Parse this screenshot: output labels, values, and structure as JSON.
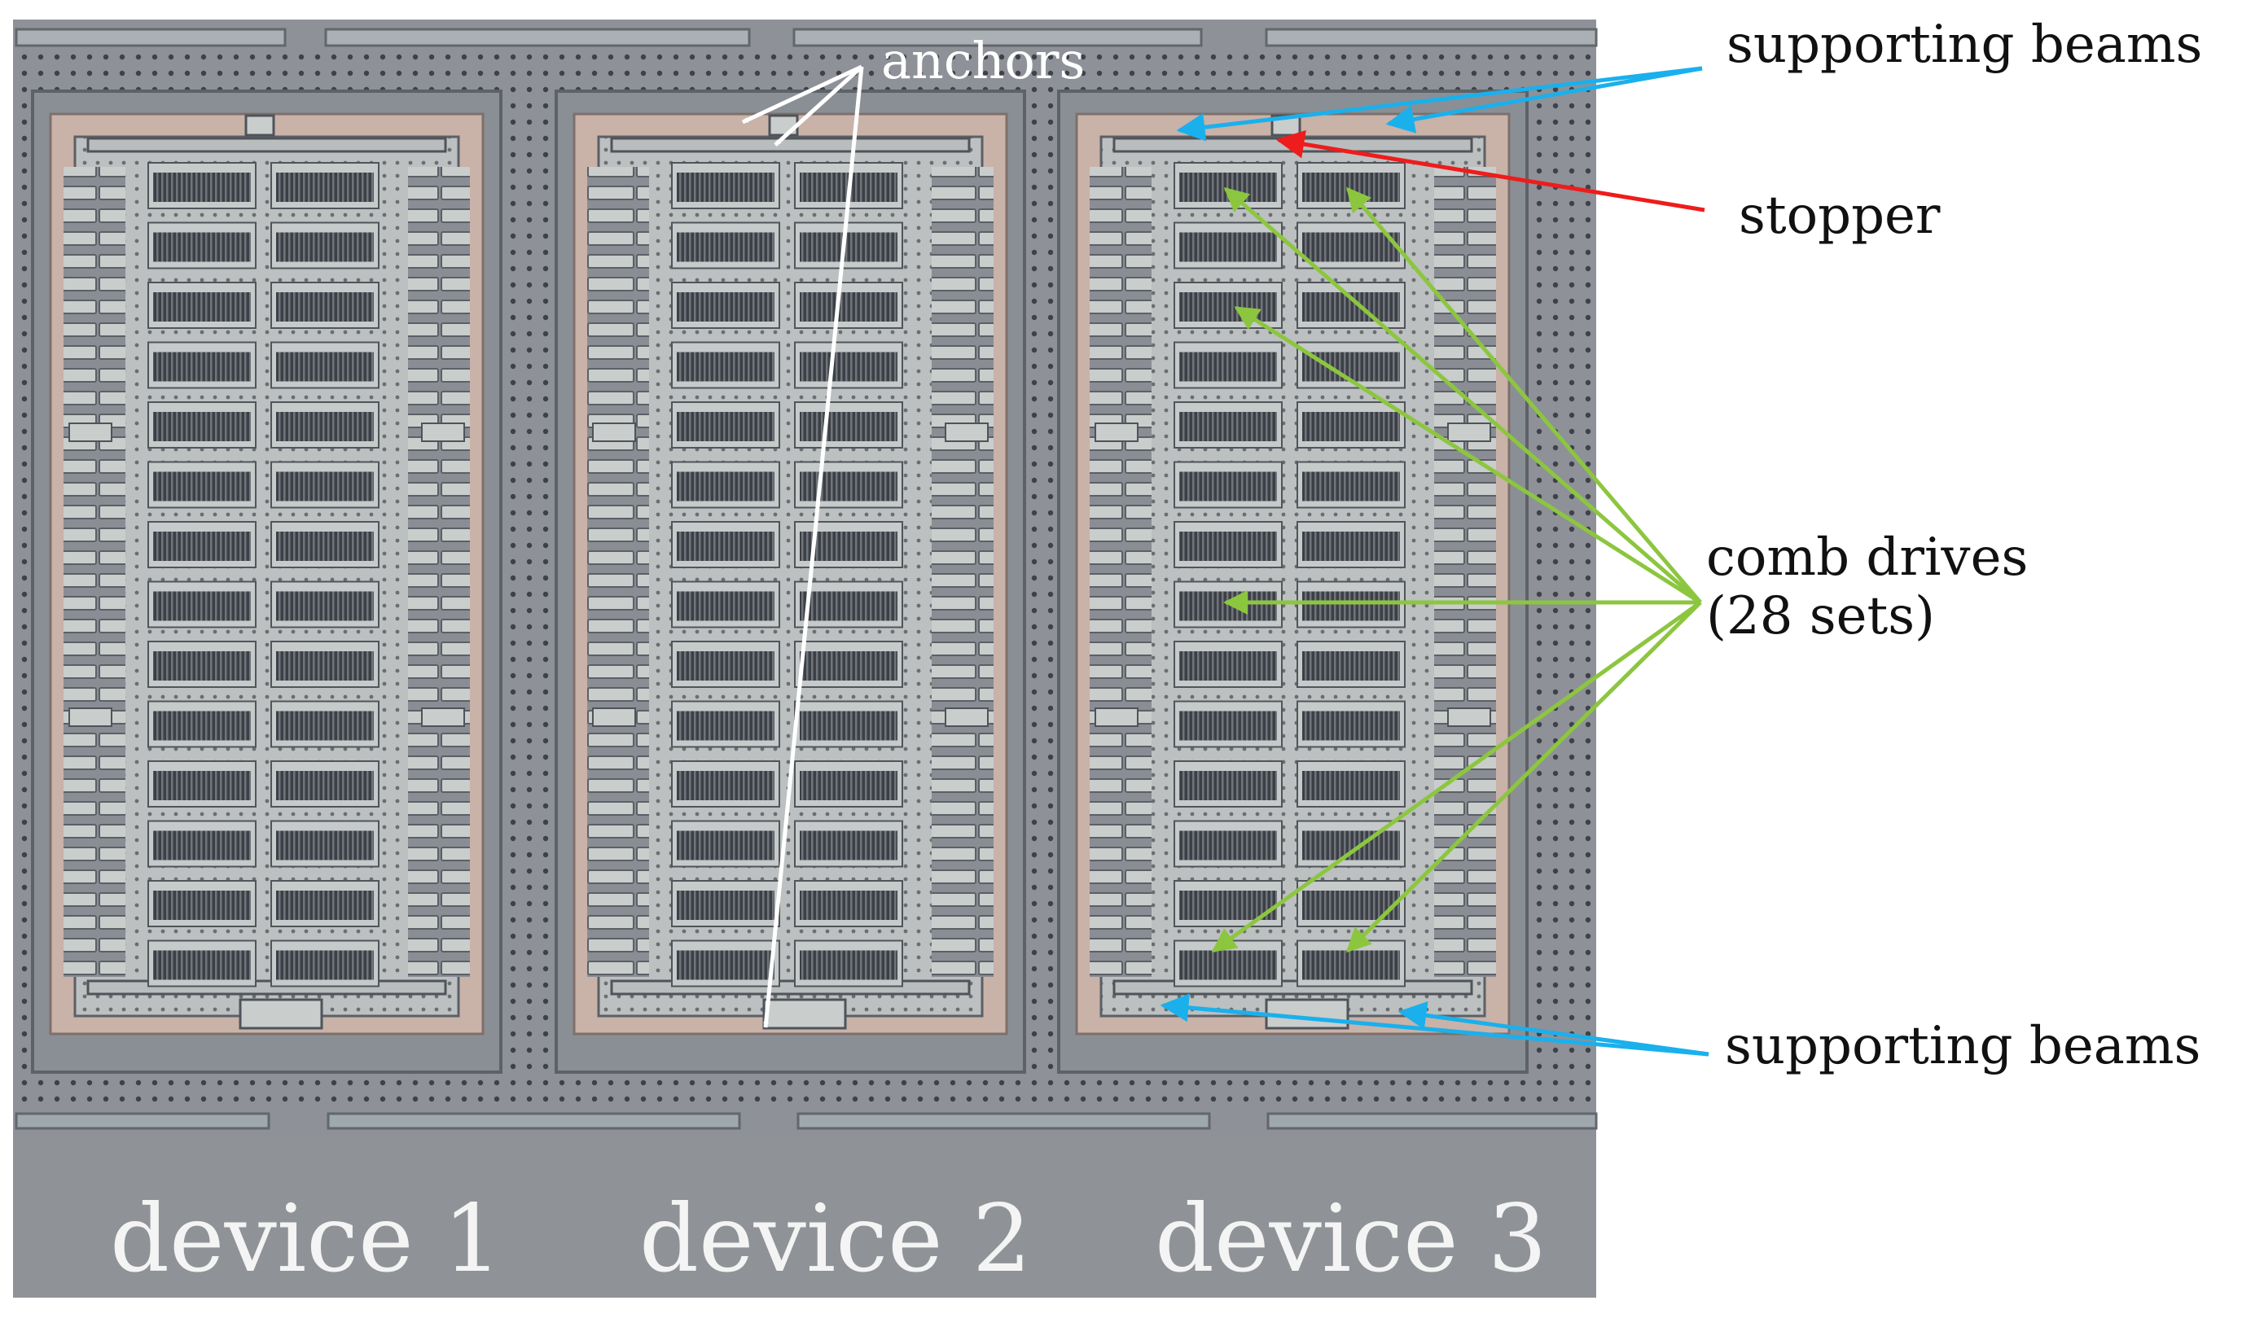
{
  "labels": {
    "anchors": "anchors",
    "supporting_beams_top": "supporting beams",
    "stopper": "stopper",
    "comb_drives": "comb drives",
    "comb_drives_count": "(28 sets)",
    "supporting_beams_bottom": "supporting beams"
  },
  "devices": [
    {
      "label": "device 1"
    },
    {
      "label": "device 2"
    },
    {
      "label": "device 3"
    }
  ],
  "colors": {
    "substrate": "#8e9197",
    "anchor_arrows": "#ffffff",
    "beam_arrows": "#1ab0ec",
    "stopper_arrow": "#ee1c1c",
    "comb_arrows": "#8cc63f"
  }
}
